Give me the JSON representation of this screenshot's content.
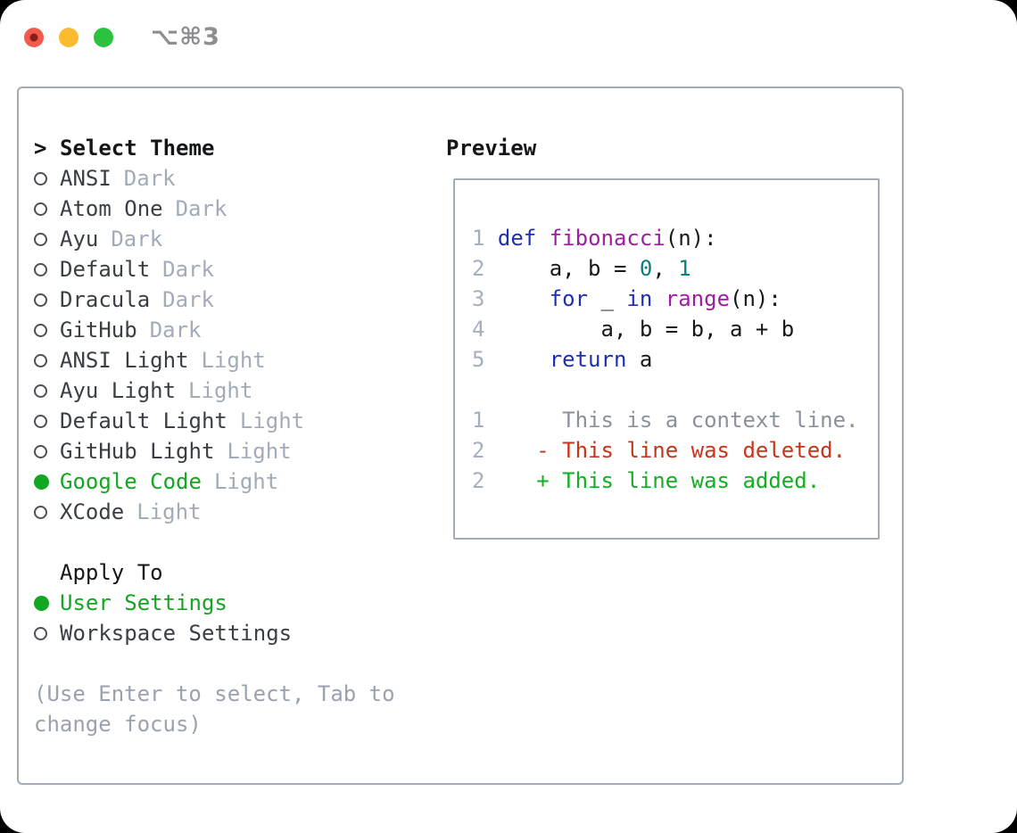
{
  "colors": {
    "outside_bg": "#000000",
    "window_bg": "#ffffff",
    "traffic_close": "#f35a4e",
    "traffic_close_dot": "#8a1f1a",
    "traffic_minimize": "#fcbb2e",
    "traffic_zoom": "#2bc23d",
    "shortcut_text": "#8d8d92",
    "panel_border": "#a3abb6",
    "heading_text": "#141619",
    "item_text": "#3a3f46",
    "variant_text": "#a2acb8",
    "radio_ring": "#4c5158",
    "selected_green": "#13a623",
    "help_text": "#9aa2ad",
    "line_number": "#a4b0c0",
    "code_text": "#16181c",
    "keyword": "#1f2fb4",
    "function": "#a01ca5",
    "number_literal": "#0c7f7f",
    "context_line": "#8b919c",
    "deleted_line": "#c93418",
    "added_line": "#10b020"
  },
  "window": {
    "shortcut": "⌥⌘3"
  },
  "theme_picker": {
    "header_prefix": ">",
    "header": "Select Theme",
    "items": [
      {
        "name": "ANSI",
        "variant": "Dark",
        "selected": false
      },
      {
        "name": "Atom One",
        "variant": "Dark",
        "selected": false
      },
      {
        "name": "Ayu",
        "variant": "Dark",
        "selected": false
      },
      {
        "name": "Default",
        "variant": "Dark",
        "selected": false
      },
      {
        "name": "Dracula",
        "variant": "Dark",
        "selected": false
      },
      {
        "name": "GitHub",
        "variant": "Dark",
        "selected": false
      },
      {
        "name": "ANSI Light",
        "variant": "Light",
        "selected": false
      },
      {
        "name": "Ayu Light",
        "variant": "Light",
        "selected": false
      },
      {
        "name": "Default Light",
        "variant": "Light",
        "selected": false
      },
      {
        "name": "GitHub Light",
        "variant": "Light",
        "selected": false
      },
      {
        "name": "Google Code",
        "variant": "Light",
        "selected": true
      },
      {
        "name": "XCode",
        "variant": "Light",
        "selected": false
      }
    ],
    "apply_to": {
      "header": "Apply To",
      "items": [
        {
          "label": "User Settings",
          "selected": true
        },
        {
          "label": "Workspace Settings",
          "selected": false
        }
      ]
    },
    "help_lines": [
      "(Use Enter to select, Tab to",
      "change focus)"
    ]
  },
  "preview": {
    "title": "Preview",
    "lines": [
      {
        "num": "1",
        "kind": "code",
        "tokens": [
          [
            "def",
            "kw"
          ],
          [
            " ",
            "pl"
          ],
          [
            "fibonacci",
            "fn"
          ],
          [
            "(n):",
            "pl"
          ]
        ]
      },
      {
        "num": "2",
        "kind": "code",
        "tokens": [
          [
            "    a, b = ",
            "pl"
          ],
          [
            "0",
            "nm"
          ],
          [
            ", ",
            "pl"
          ],
          [
            "1",
            "nm"
          ]
        ]
      },
      {
        "num": "3",
        "kind": "code",
        "tokens": [
          [
            "    ",
            "pl"
          ],
          [
            "for",
            "kw"
          ],
          [
            " _ ",
            "pl"
          ],
          [
            "in",
            "kw"
          ],
          [
            " ",
            "pl"
          ],
          [
            "range",
            "fn"
          ],
          [
            "(n):",
            "pl"
          ]
        ]
      },
      {
        "num": "4",
        "kind": "code",
        "tokens": [
          [
            "        a, b = b, a + b",
            "pl"
          ]
        ]
      },
      {
        "num": "5",
        "kind": "code",
        "tokens": [
          [
            "    ",
            "pl"
          ],
          [
            "return",
            "kw"
          ],
          [
            " a",
            "pl"
          ]
        ]
      },
      {
        "num": "",
        "kind": "blank",
        "tokens": []
      },
      {
        "num": "1",
        "kind": "diff-context",
        "tokens": [
          [
            "     This is a context line.",
            "ctx"
          ]
        ]
      },
      {
        "num": "2",
        "kind": "diff-deleted",
        "tokens": [
          [
            "   - This line was deleted.",
            "del"
          ]
        ]
      },
      {
        "num": "2",
        "kind": "diff-added",
        "tokens": [
          [
            "   + This line was added.",
            "add"
          ]
        ]
      }
    ]
  }
}
